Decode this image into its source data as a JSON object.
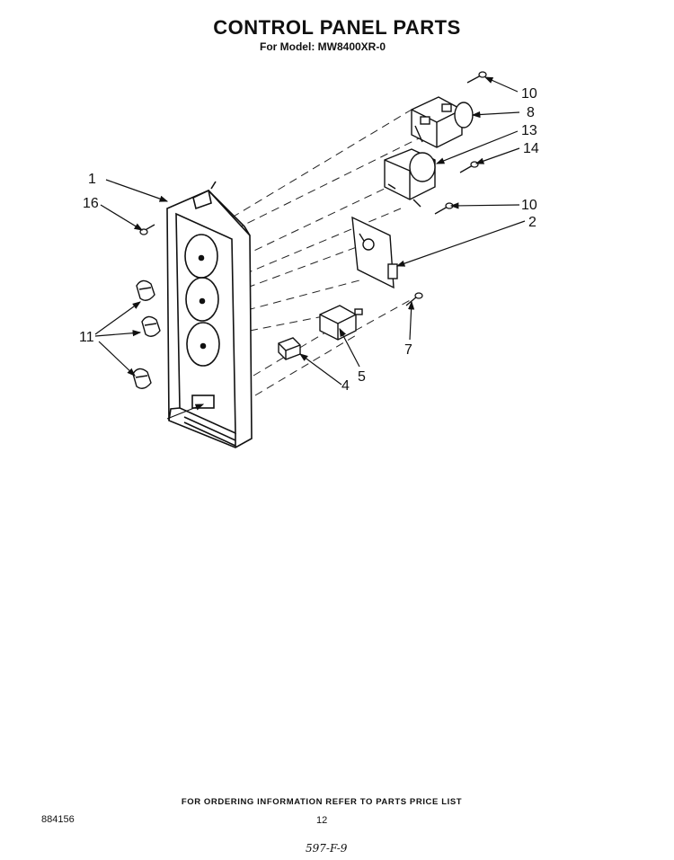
{
  "header": {
    "title": "CONTROL PANEL PARTS",
    "subtitle": "For Model: MW8400XR-0"
  },
  "callouts": {
    "c1": "1",
    "c16": "16",
    "c11": "11",
    "c10a": "10",
    "c8": "8",
    "c13": "13",
    "c14": "14",
    "c10b": "10",
    "c2": "2",
    "c7": "7",
    "c5": "5",
    "c4": "4"
  },
  "footer": {
    "ordering_note": "FOR ORDERING INFORMATION REFER TO PARTS PRICE LIST",
    "doc_number": "884156",
    "page_number": "12",
    "handwritten": "597-F-9"
  }
}
